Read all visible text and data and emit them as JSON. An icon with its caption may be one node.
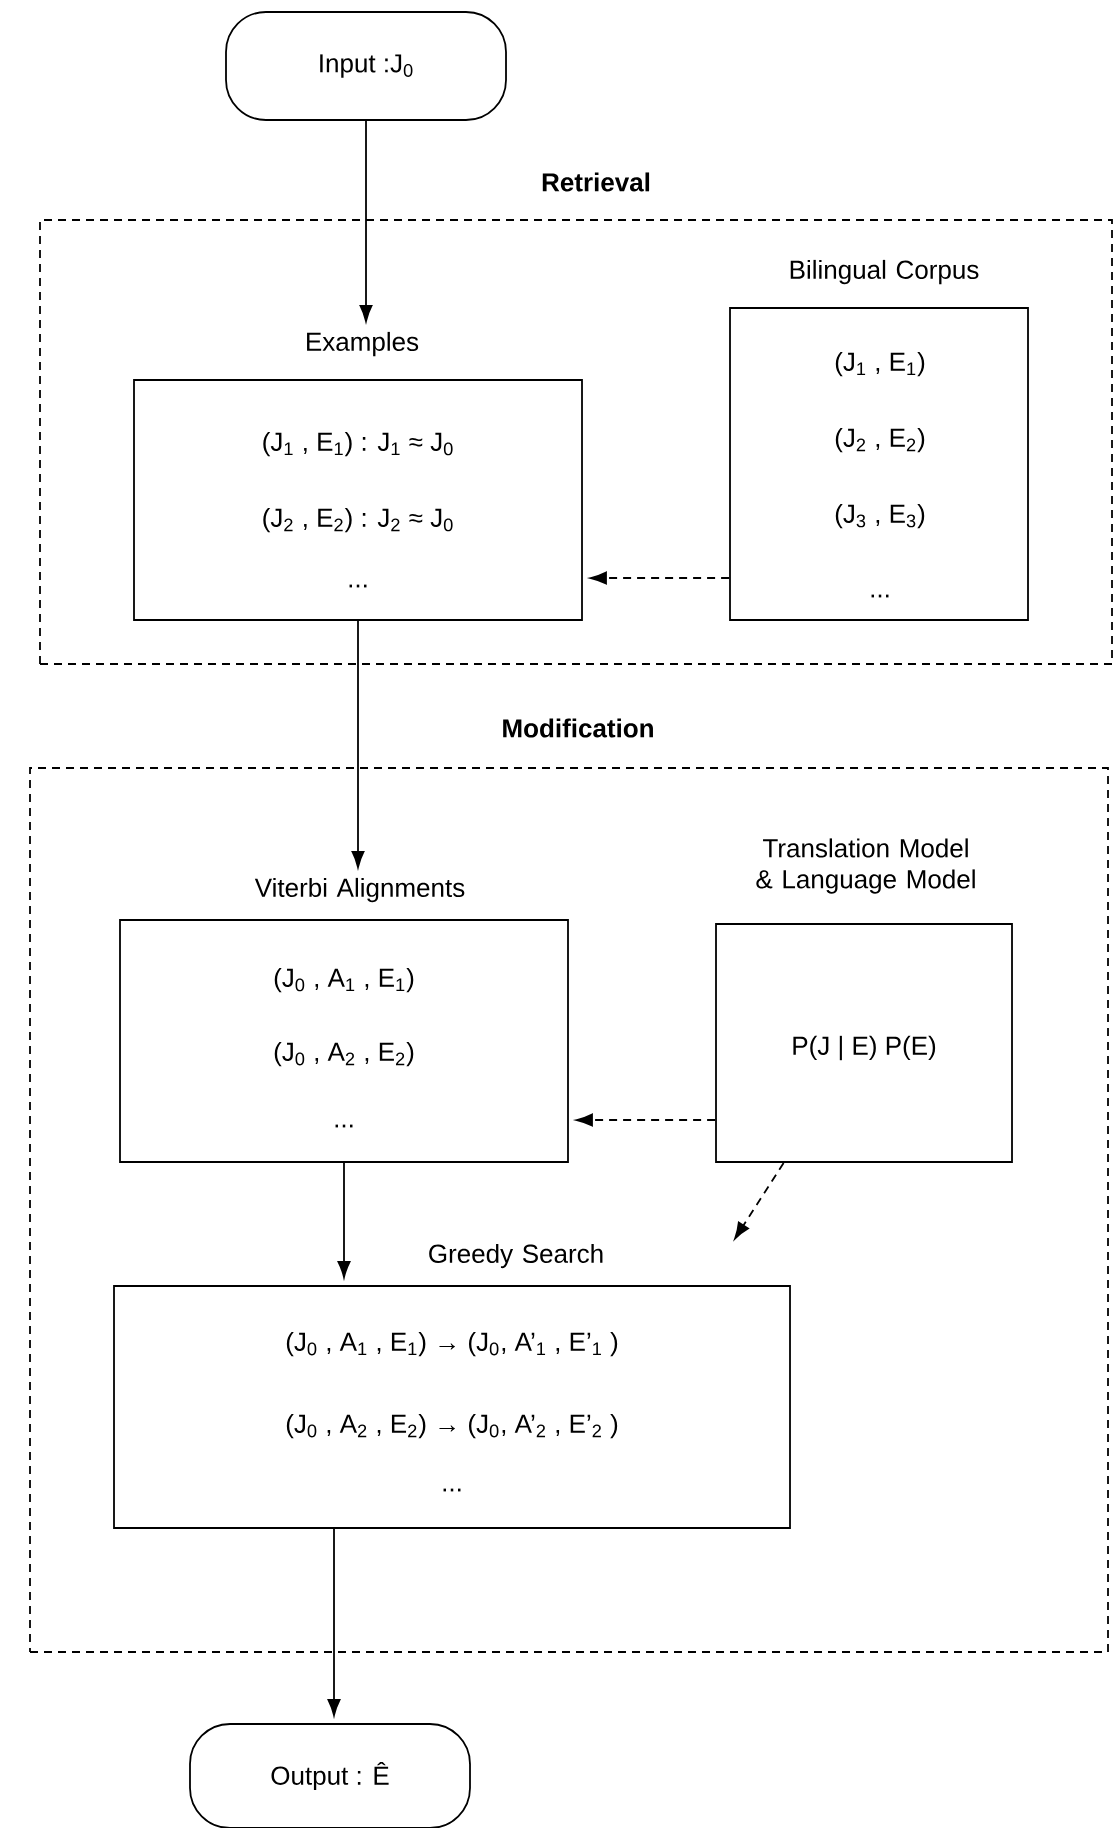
{
  "diagram": {
    "nodes": [
      {
        "text": [
          "Input :J$_{0}$"
        ]
      },
      {
        "text": [
          "Retrieval"
        ]
      },
      {
        "text": [
          "Examples",
          "(J$_{1}$ , E$_{1}$) :  J$_{1}$ ≈ J$_{0}$",
          "(J$_{2}$ , E$_{2}$) :  J$_{2}$ ≈ J$_{0}$",
          "..."
        ],
        "in": 1
      },
      {
        "text": [
          "Bilingual Corpus",
          "(J$_{1}$ , E$_{1}$)",
          "(J$_{2}$  , E$_{2}$)",
          "(J$_{3}$  , E$_{3}$)",
          "..."
        ],
        "in": 1
      },
      {
        "text": [
          "Modification"
        ]
      },
      {
        "text": [
          "Viterbi Alignments",
          "(J$_{0}$ , A$_{1}$ , E$_{1}$)",
          "(J$_{0}$ , A$_{2}$ , E$_{2}$)",
          "..."
        ],
        "in": 4
      },
      {
        "text": [
          "Translation Model & Language Model",
          "P(J | E) P(E)"
        ],
        "in": 4
      },
      {
        "text": [
          "Greedy Search",
          "(J$_{0}$ , A$_{1}$ , E$_{1}$)  →  (J$_{0}$, A’$_{1}$ , E’$_{1}$ )",
          "(J$_{0}$ , A$_{2}$ , E$_{2}$)  →  (J$_{0}$, A’$_{2}$ , E’$_{2}$ )",
          "..."
        ],
        "in": 4
      },
      {
        "text": [
          "Output : Ê"
        ]
      }
    ],
    "edges": [
      {
        "from": 0,
        "to": 2,
        "arrow": "to"
      },
      {
        "from": 3,
        "to": 2,
        "arrow": "to",
        "style": "dashed"
      },
      {
        "from": 2,
        "to": 5,
        "arrow": "to"
      },
      {
        "from": 6,
        "to": 5,
        "arrow": "to",
        "style": "dashed"
      },
      {
        "from": 5,
        "to": 7,
        "arrow": "to"
      },
      {
        "from": 6,
        "to": 7,
        "arrow": "to",
        "style": "dashed"
      },
      {
        "from": 7,
        "to": 8,
        "arrow": "to"
      }
    ]
  }
}
